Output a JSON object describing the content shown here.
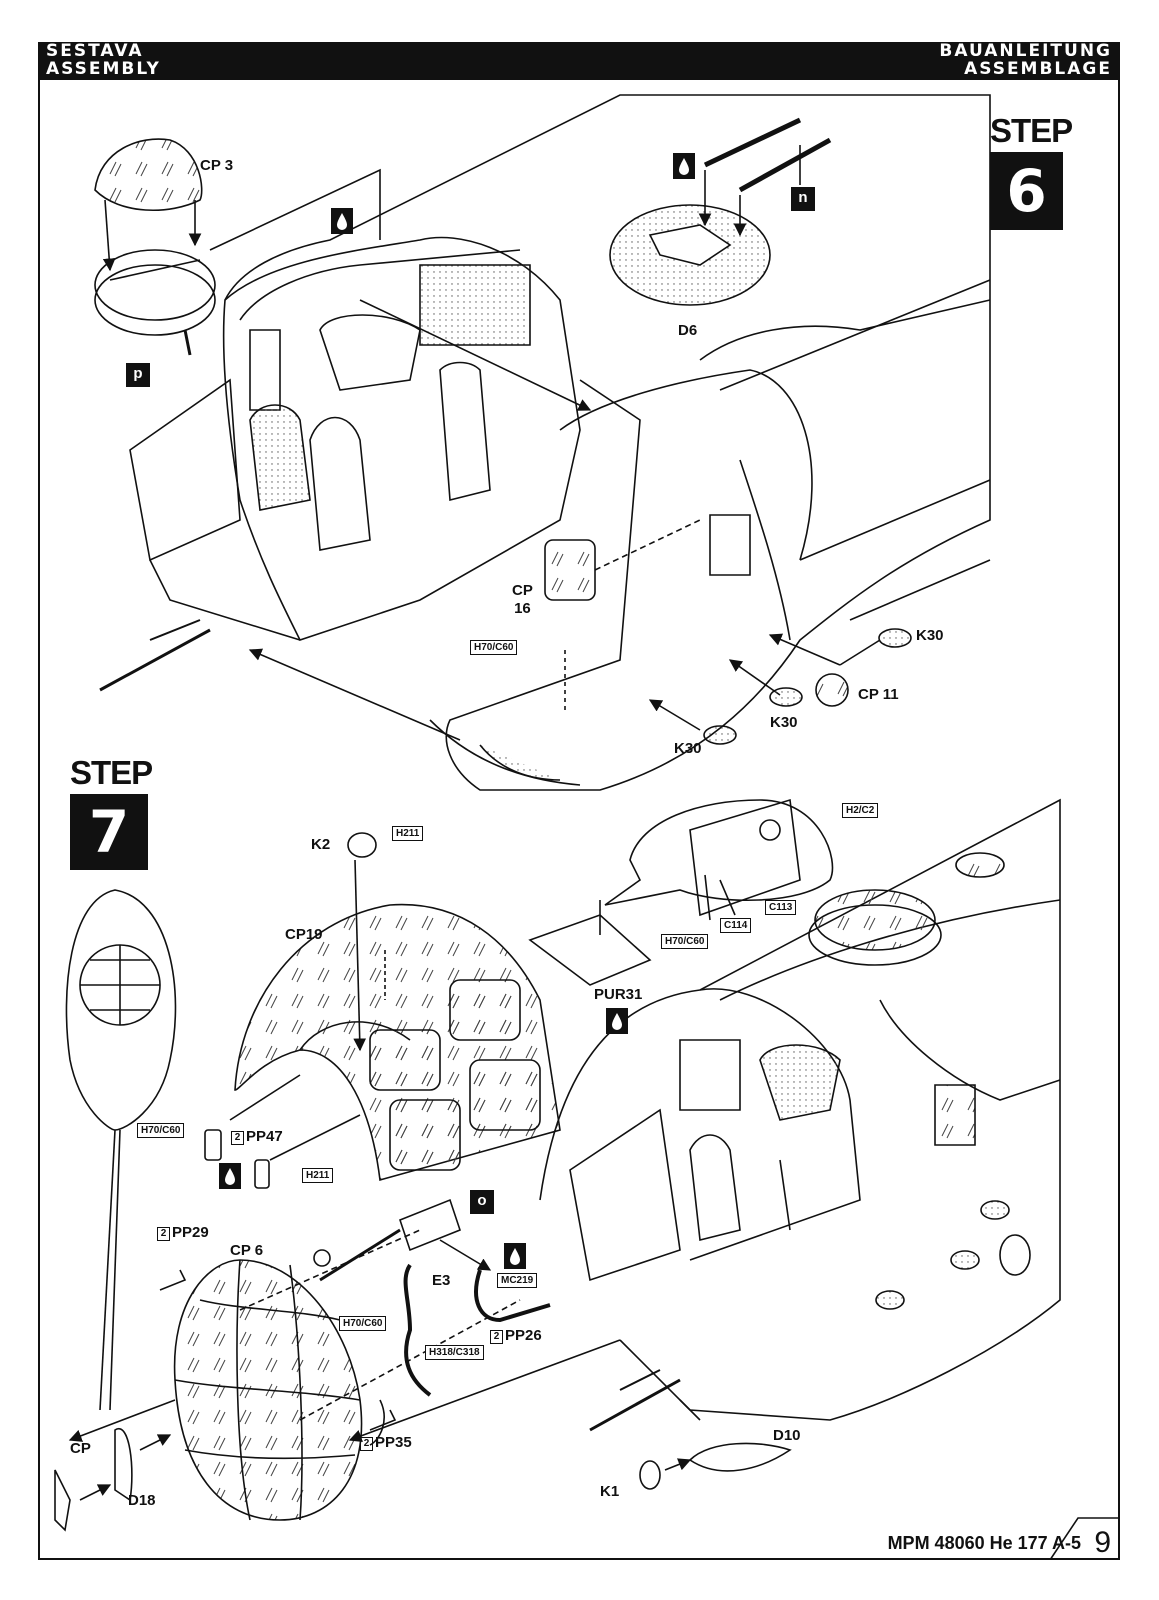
{
  "header": {
    "left_line1": "SESTAVA",
    "left_line2": "ASSEMBLY",
    "right_line1": "BAUANLEITUNG",
    "right_line2": "ASSEMBLAGE"
  },
  "step6": {
    "label": "STEP",
    "number": "6",
    "parts": {
      "cp3": "CP 3",
      "p": "p",
      "n": "n",
      "d6": "D6",
      "cp16_line1": "CP",
      "cp16_line2": "16",
      "paint_h70c60": "H70/C60",
      "k30_a": "K30",
      "k30_b": "K30",
      "k30_c": "K30",
      "cp11": "CP 11"
    }
  },
  "step7": {
    "label": "STEP",
    "number": "7",
    "parts": {
      "k2": "K2",
      "paint_h211_top": "H211",
      "cp19": "CP19",
      "paint_h2c2": "H2/C2",
      "paint_c113": "C113",
      "paint_c114": "C114",
      "paint_h70c60_panel": "H70/C60",
      "pur31": "PUR31",
      "paint_h70c60_left": "H70/C60",
      "pp47": "PP47",
      "pp47_num": "2",
      "paint_h211_low": "H211",
      "o": "o",
      "pp29": "PP29",
      "pp29_num": "2",
      "cp6": "CP 6",
      "e3": "E3",
      "paint_h70c60_e3": "H70/C60",
      "paint_mc219": "MC219",
      "pp26": "PP26",
      "pp26_num": "2",
      "paint_h318c318": "H318/C318",
      "pp35": "PP35",
      "pp35_num": "2",
      "cp": "CP",
      "d18": "D18",
      "d10": "D10",
      "k1": "K1"
    }
  },
  "footer": {
    "title": "MPM 48060 He 177 A-5",
    "page": "9"
  }
}
